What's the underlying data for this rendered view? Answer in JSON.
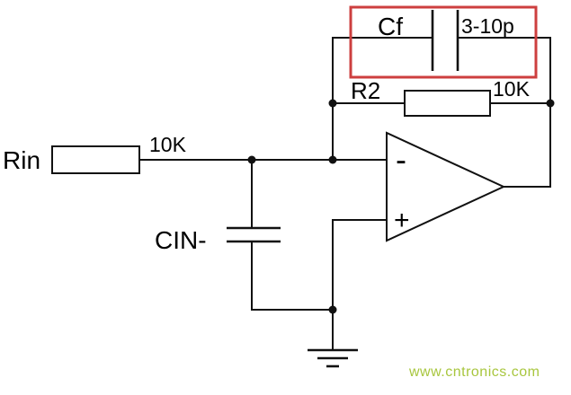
{
  "diagram": {
    "labels": {
      "rin_name": "Rin",
      "rin_value": "10K",
      "r2_name": "R2",
      "r2_value": "10K",
      "cf_name": "Cf",
      "cf_value": "3-10p",
      "cin_name": "CIN-",
      "opamp_inverting_input": "-",
      "opamp_noninverting_input": "+"
    },
    "watermark": "www.cntronics.com",
    "colors": {
      "wire": "#111111",
      "highlight_box": "#cd3f3f",
      "watermark": "#a8c63e",
      "background": "#ffffff"
    }
  }
}
